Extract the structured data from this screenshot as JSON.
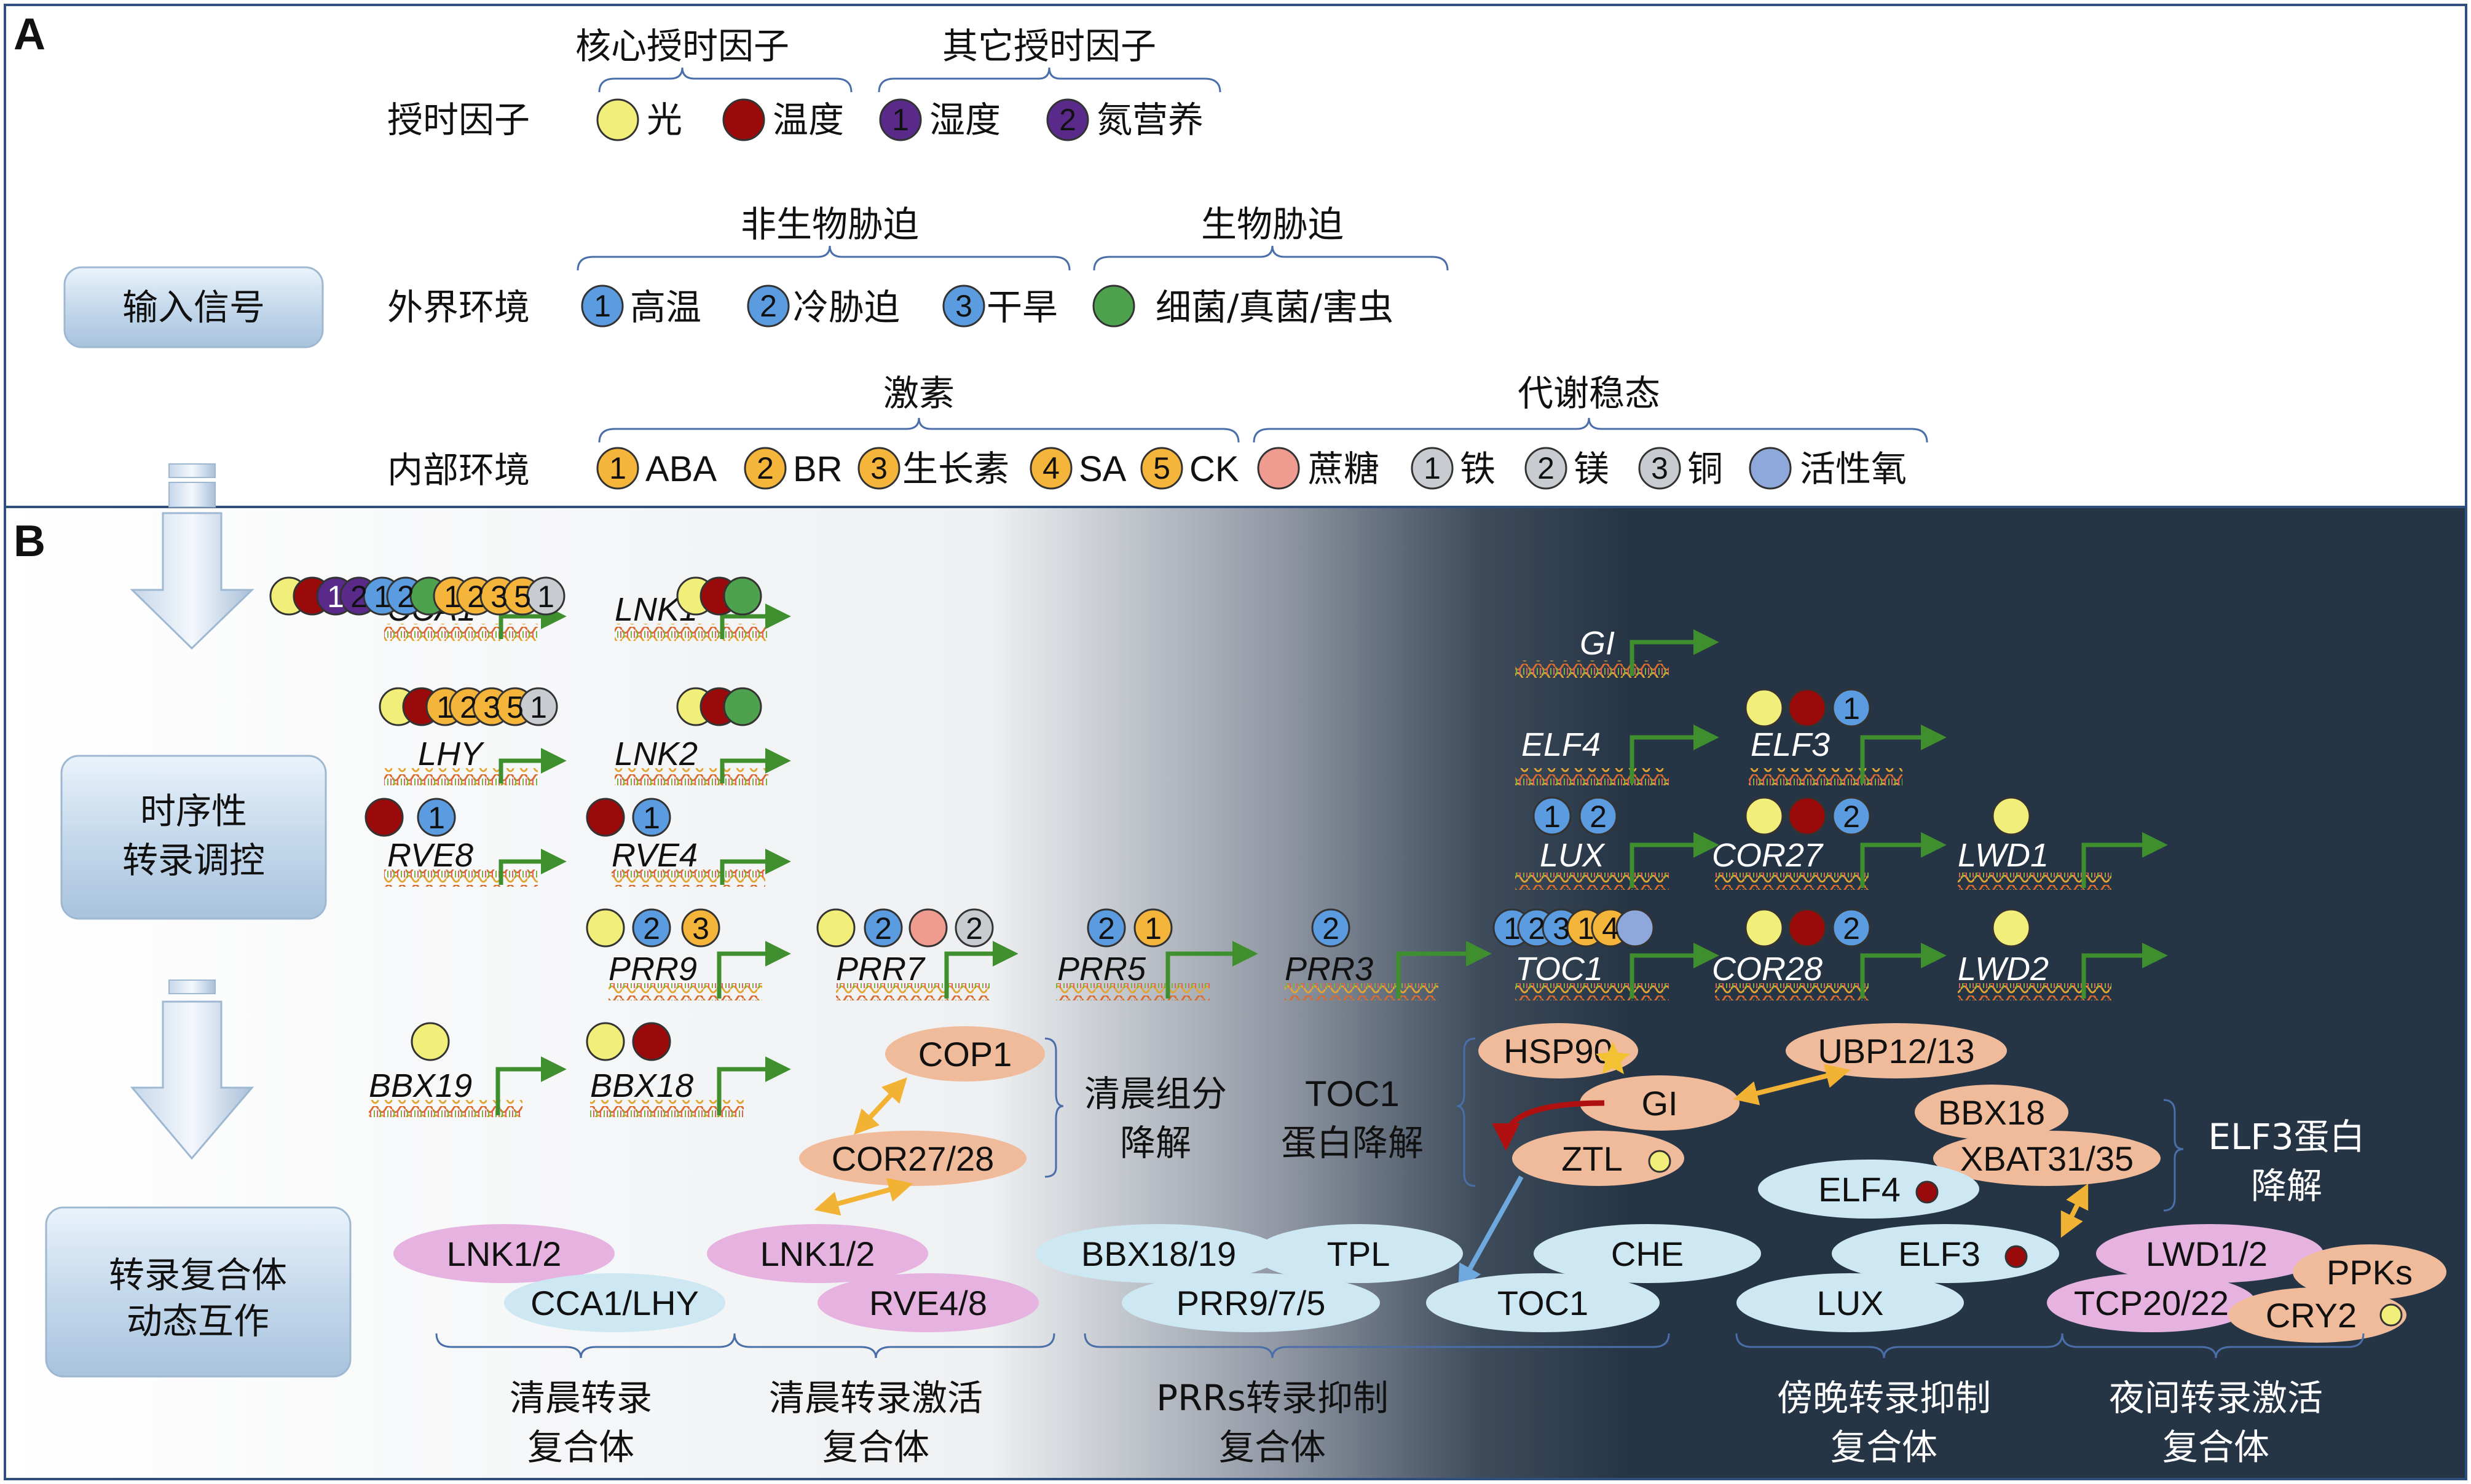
{
  "panel_a": {
    "label": "A",
    "input_signal": "输入信号",
    "groups": {
      "core_zeitgeber": "核心授时因子",
      "other_zeitgeber": "其它授时因子",
      "abiotic": "非生物胁迫",
      "biotic": "生物胁迫",
      "hormone": "激素",
      "metabolic": "代谢稳态"
    },
    "rows": {
      "zeitgeber": "授时因子",
      "external": "外界环境",
      "internal": "内部环境"
    },
    "items": {
      "light": "光",
      "temperature": "温度",
      "humidity_n": "1",
      "humidity": "湿度",
      "nitrogen_n": "2",
      "nitrogen": "氮营养",
      "heat_n": "1",
      "heat": "高温",
      "cold_n": "2",
      "cold": "冷胁迫",
      "drought_n": "3",
      "drought": "干旱",
      "pathogen": "细菌/真菌/害虫",
      "aba_n": "1",
      "aba": "ABA",
      "br_n": "2",
      "br": "BR",
      "auxin_n": "3",
      "auxin": "生长素",
      "sa_n": "4",
      "sa": "SA",
      "ck_n": "5",
      "ck": "CK",
      "sucrose": "蔗糖",
      "fe_n": "1",
      "fe": "铁",
      "mg_n": "2",
      "mg": "镁",
      "cu_n": "3",
      "cu": "铜",
      "ros": "活性氧"
    },
    "colors": {
      "light": "#f2ee7a",
      "temperature": "#9b0a0a",
      "zeitgeber_other": "#5a2a8a",
      "abiotic": "#5b9be0",
      "biotic": "#4ea24e",
      "hormone": "#f4b53a",
      "sucrose": "#f09b90",
      "metal": "#c8cbd0",
      "ros": "#8fa8dc"
    }
  },
  "panel_b": {
    "label": "B",
    "side_labels": {
      "temporal_1": "时序性",
      "temporal_2": "转录调控",
      "complex_1": "转录复合体",
      "complex_2": "动态互作"
    },
    "genes": {
      "cca1": "CCA1",
      "lnk1": "LNK1",
      "lhy": "LHY",
      "lnk2": "LNK2",
      "rve8": "RVE8",
      "rve4": "RVE4",
      "prr9": "PRR9",
      "prr7": "PRR7",
      "prr5": "PRR5",
      "prr3": "PRR3",
      "bbx19": "BBX19",
      "bbx18": "BBX18",
      "gi": "GI",
      "elf4": "ELF4",
      "elf3": "ELF3",
      "lux": "LUX",
      "cor27": "COR27",
      "lwd1": "LWD1",
      "toc1": "TOC1",
      "cor28": "COR28",
      "lwd2": "LWD2"
    },
    "badge_numbers": {
      "cca1": [
        "1",
        "2",
        "1",
        "2",
        "1",
        "2",
        "3",
        "5",
        "1"
      ],
      "lhy": [
        "1",
        "2",
        "3",
        "5",
        "1"
      ],
      "rve8": [
        "1"
      ],
      "rve4": [
        "1"
      ],
      "prr9": [
        "2",
        "3"
      ],
      "prr7": [
        "2",
        "2"
      ],
      "prr5": [
        "2",
        "1"
      ],
      "prr3": [
        "2"
      ],
      "elf3": [
        "1"
      ],
      "lux": [
        "1",
        "2"
      ],
      "cor27": [
        "2"
      ],
      "toc1": [
        "1",
        "2",
        "3",
        "1",
        "4"
      ],
      "cor28": [
        "2"
      ]
    },
    "proteins": {
      "cop1": "COP1",
      "cor2728": "COR27/28",
      "hsp90": "HSP90",
      "gi": "GI",
      "ztl": "ZTL",
      "ubp": "UBP12/13",
      "bbx18": "BBX18",
      "xbat": "XBAT31/35",
      "elf4": "ELF4",
      "elf3": "ELF3",
      "lux": "LUX",
      "lnk12_a": "LNK1/2",
      "cca1lhy": "CCA1/LHY",
      "lnk12_b": "LNK1/2",
      "rve48": "RVE4/8",
      "bbx1819": "BBX18/19",
      "tpl": "TPL",
      "prr975": "PRR9/7/5",
      "che": "CHE",
      "toc1": "TOC1",
      "lwd12": "LWD1/2",
      "ppks": "PPKs",
      "tcp": "TCP20/22",
      "cry2": "CRY2"
    },
    "degradation": {
      "morning_1": "清晨组分",
      "morning_2": "降解",
      "toc1_1": "TOC1",
      "toc1_2": "蛋白降解",
      "elf3_1": "ELF3蛋白",
      "elf3_2": "降解"
    },
    "complexes": {
      "c1_1": "清晨转录",
      "c1_2": "复合体",
      "c2_1": "清晨转录激活",
      "c2_2": "复合体",
      "c3_1": "PRRs转录抑制",
      "c3_2": "复合体",
      "c4_1": "傍晚转录抑制",
      "c4_2": "复合体",
      "c5_1": "夜间转录激活",
      "c5_2": "复合体"
    },
    "colors": {
      "protein_salmon": "#f0bb9a",
      "protein_blue": "#cde8f2",
      "protein_pink": "#e6b3e0",
      "arrow_green": "#3f8f2f",
      "arrow_orange": "#f2b233",
      "arrow_red": "#b01010",
      "arrow_blue": "#6fa8dc",
      "dark_bg": "#263545"
    }
  }
}
